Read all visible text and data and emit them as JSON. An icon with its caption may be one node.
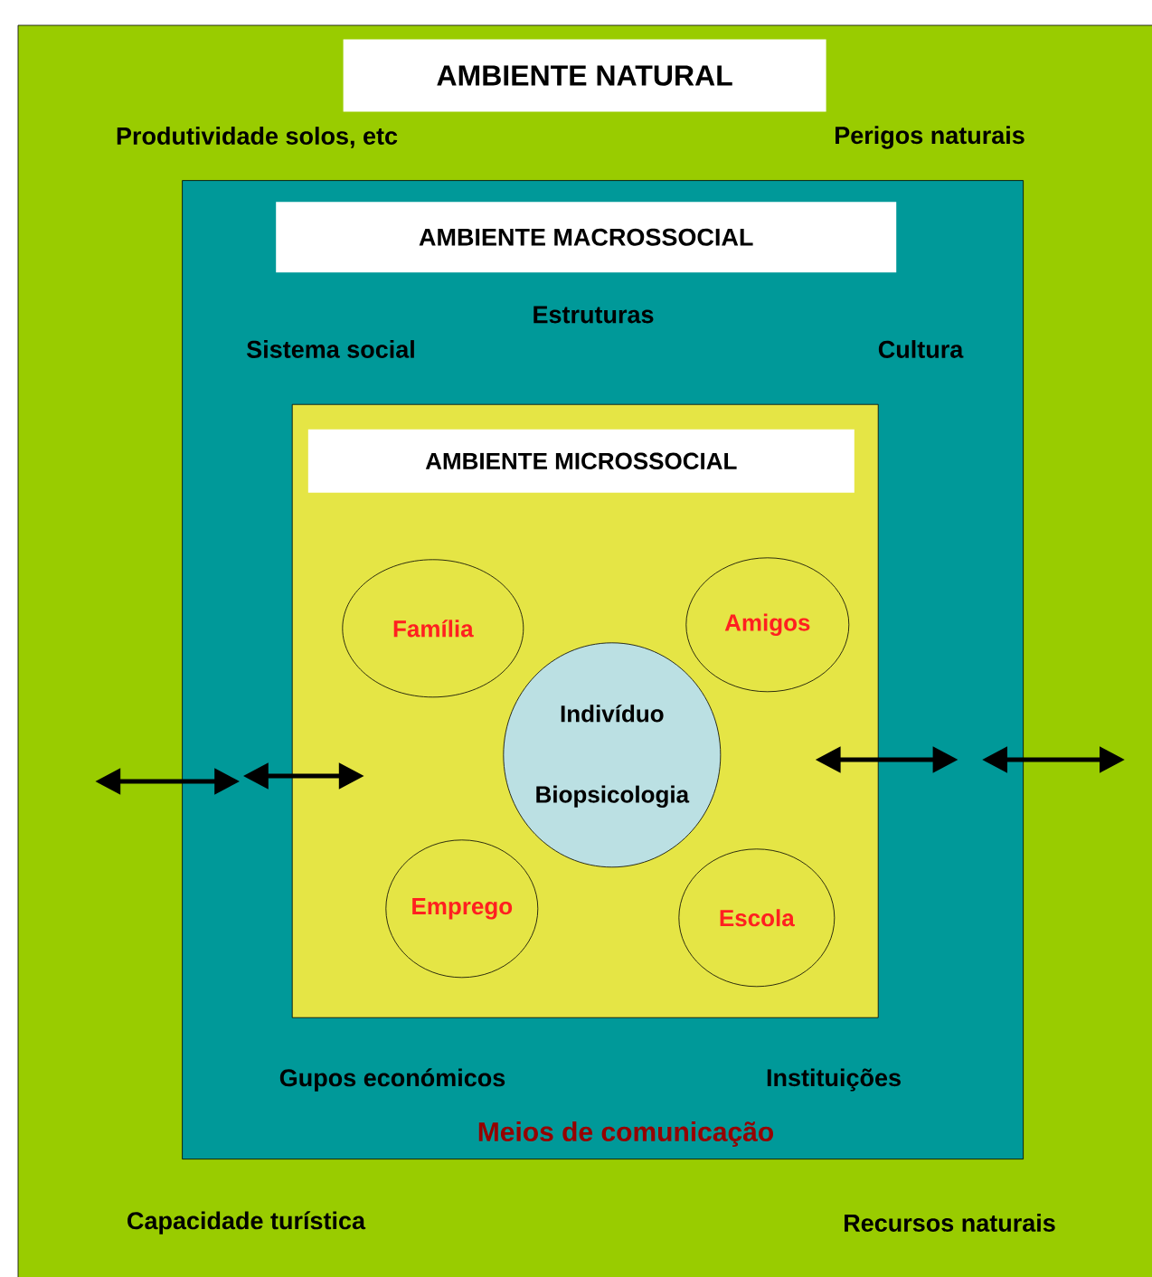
{
  "diagram": {
    "nodes": [
      {
        "text": [
          "AMBIENTE NATURAL"
        ]
      },
      {
        "text": [
          "AMBIENTE MACROSSOCIAL"
        ],
        "in": 0
      },
      {
        "text": [
          "AMBIENTE MICROSSOCIAL"
        ],
        "in": 1
      },
      {
        "text": [
          "Família"
        ],
        "in": 2
      },
      {
        "text": [
          "Amigos"
        ],
        "in": 2
      },
      {
        "text": [
          "Indivíduo",
          "Biopsicologia"
        ],
        "in": 2
      },
      {
        "text": [
          "Emprego"
        ],
        "in": 2
      },
      {
        "text": [
          "Escola"
        ],
        "in": 2
      }
    ],
    "edges": [
      {
        "from": 0,
        "to": 1,
        "arrow": "both"
      },
      {
        "from": 1,
        "to": 2,
        "arrow": "both"
      },
      {
        "from": 2,
        "to": 1,
        "arrow": "both"
      },
      {
        "from": 1,
        "to": 0,
        "arrow": "both"
      }
    ],
    "labels": [
      "Produtividade solos, etc",
      "Perigos naturais",
      "Estruturas",
      "Sistema social",
      "Cultura",
      "Gupos económicos",
      "Instituições",
      "Meios de comunicação",
      "Capacidade turística",
      "Recursos naturais"
    ]
  }
}
